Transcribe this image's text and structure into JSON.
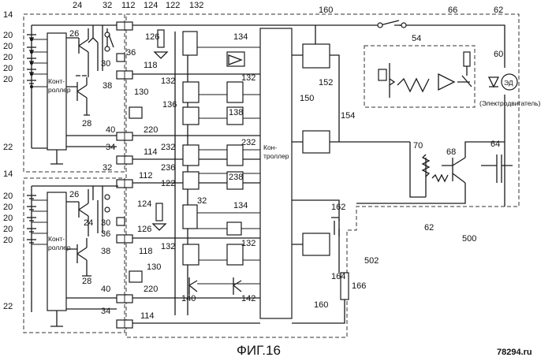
{
  "caption": "ФИГ.16",
  "watermark": "78294.ru",
  "blocks": {
    "controller_left_top": "Конт-\nроллер",
    "controller_left_bottom": "Конт-\nроллер",
    "controller_center": "Кон-\nтроллер",
    "motor": "ЭД",
    "motor_note": "(Электродвигатель)"
  },
  "labels": {
    "n14a": "14",
    "n14b": "14",
    "n20": "20",
    "n22a": "22",
    "n22b": "22",
    "n24a": "24",
    "n24b": "24",
    "n26a": "26",
    "n26b": "26",
    "n28a": "28",
    "n28b": "28",
    "n30a": "30",
    "n30b": "30",
    "n32": "32",
    "n34a": "34",
    "n34b": "34",
    "n36a": "36",
    "n36b": "36",
    "n38a": "38",
    "n38b": "38",
    "n40a": "40",
    "n40b": "40",
    "n54": "54",
    "n60": "60",
    "n62a": "62",
    "n62b": "62",
    "n64": "64",
    "n66": "66",
    "n68": "68",
    "n70": "70",
    "n112a": "112",
    "n112b": "112",
    "n114a": "114",
    "n114b": "114",
    "n118a": "118",
    "n118b": "118",
    "n122a": "122",
    "n122b": "122",
    "n124a": "124",
    "n124b": "124",
    "n126a": "126",
    "n126b": "126",
    "n130a": "130",
    "n130b": "130",
    "n132": "132",
    "n134a": "134",
    "n134b": "134",
    "n136": "136",
    "n138": "138",
    "n140": "140",
    "n142": "142",
    "n150": "150",
    "n152": "152",
    "n154": "154",
    "n160a": "160",
    "n160b": "160",
    "n162": "162",
    "n164": "164",
    "n166": "166",
    "n220a": "220",
    "n220b": "220",
    "n232": "232",
    "n236": "236",
    "n238": "238",
    "n500": "500",
    "n502": "502"
  }
}
